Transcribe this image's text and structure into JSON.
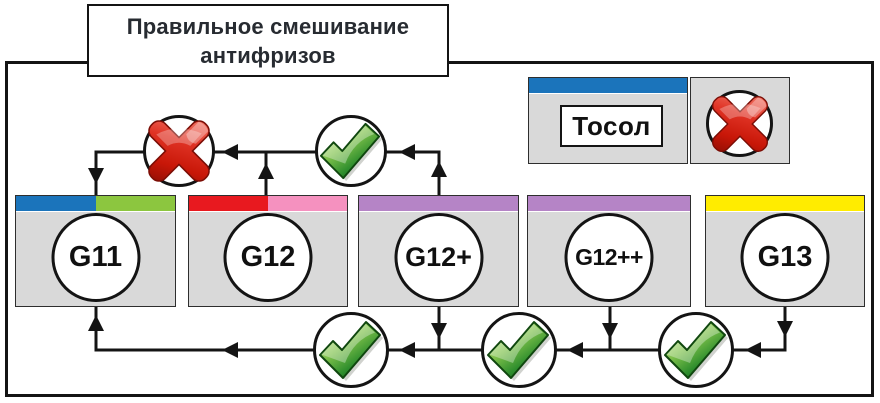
{
  "title": {
    "line1": "Правильное смешивание",
    "line2": "антифризов"
  },
  "tosol": {
    "label": "Тосол",
    "stripe_color": "#1b74bb",
    "status_icon": "cross-icon"
  },
  "nodes": [
    {
      "label": "G11",
      "stripe_colors": [
        "#1b74bb",
        "#8cc63f"
      ]
    },
    {
      "label": "G12",
      "stripe_colors": [
        "#e8191f",
        "#f591bf"
      ]
    },
    {
      "label": "G12+",
      "stripe_colors": [
        "#b584c6"
      ]
    },
    {
      "label": "G12++",
      "stripe_colors": [
        "#b584c6"
      ]
    },
    {
      "label": "G13",
      "stripe_colors": [
        "#ffec00"
      ]
    }
  ],
  "connector_icons": {
    "top_g11_g12": "cross-icon",
    "top_g12_g12plus": "check-icon",
    "bottom_g12_g12plus": "check-icon",
    "bottom_g12plus_g12plusplus": "check-icon",
    "bottom_g12plusplus_g13": "check-icon"
  },
  "colors": {
    "box_fill": "#d9d9d9",
    "line": "#141414",
    "cross_red": "#cc1b10",
    "check_green": "#2f8f2f"
  }
}
